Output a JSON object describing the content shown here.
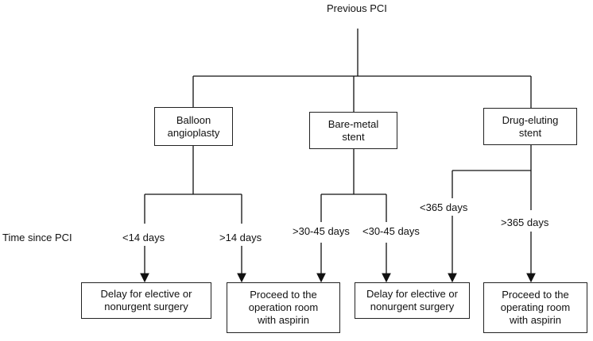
{
  "root": {
    "label": "Previous PCI"
  },
  "row_label": "Time since PCI",
  "stent_types": [
    {
      "label": "Balloon\nangioplasty"
    },
    {
      "label": "Bare-metal\nstent"
    },
    {
      "label": "Drug-eluting\nstent"
    }
  ],
  "time_labels": [
    {
      "label": "<14 days"
    },
    {
      "label": ">14 days"
    },
    {
      "label": ">30-45 days"
    },
    {
      "label": "<30-45 days"
    },
    {
      "label": "<365 days"
    },
    {
      "label": ">365 days"
    }
  ],
  "outcomes": [
    {
      "label": "Delay for elective or\nnonurgent surgery"
    },
    {
      "label": "Proceed to the\noperation room\nwith aspirin"
    },
    {
      "label": "Delay for elective or\nnonurgent surgery"
    },
    {
      "label": "Proceed to the\noperating room\nwith aspirin"
    }
  ]
}
